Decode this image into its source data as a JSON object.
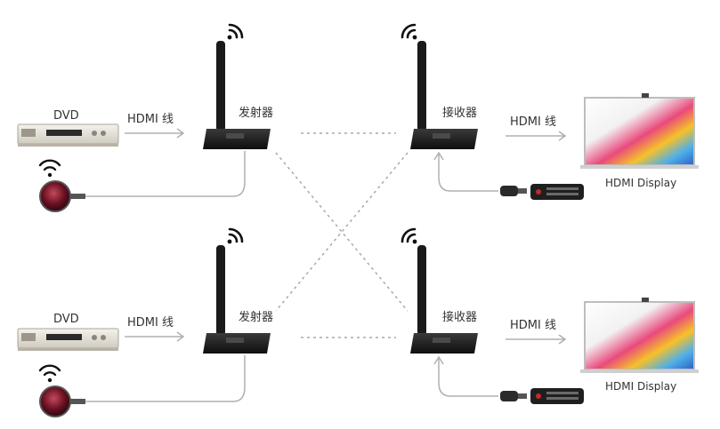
{
  "rows": [
    {
      "source_label": "DVD",
      "cable_in_label": "HDMI 线",
      "transmitter_label": "发射器",
      "receiver_label": "接收器",
      "cable_out_label": "HDMI 线",
      "display_label": "HDMI Display"
    },
    {
      "source_label": "DVD",
      "cable_in_label": "HDMI 线",
      "transmitter_label": "发射器",
      "receiver_label": "接收器",
      "cable_out_label": "HDMI 线",
      "display_label": "HDMI Display"
    }
  ],
  "colors": {
    "arrow": "#b0b0b0",
    "device": "#1c1c1c",
    "link": "#a8a8a8",
    "text": "#333333"
  }
}
